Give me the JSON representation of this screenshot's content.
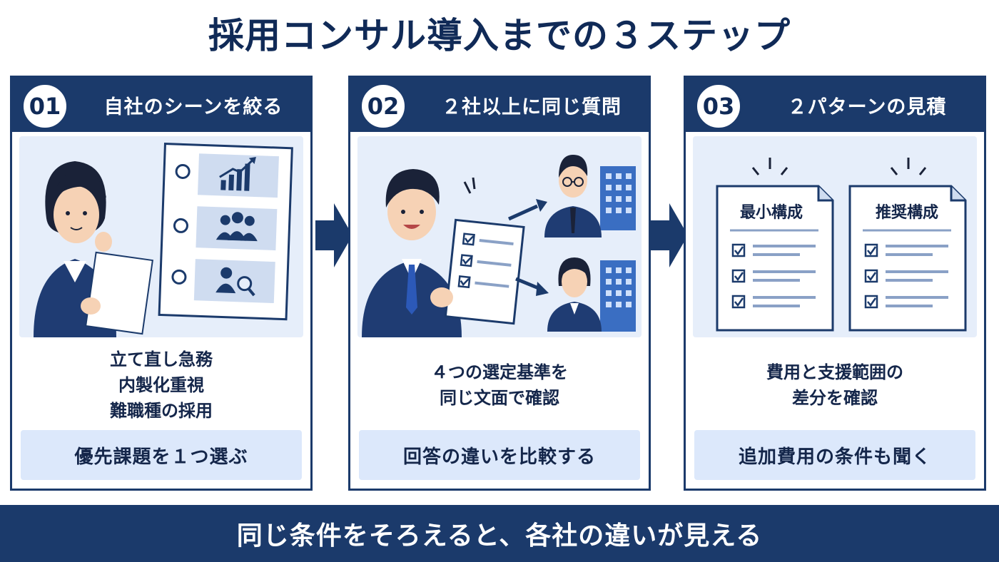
{
  "title": "採用コンサル導入までの３ステップ",
  "steps": [
    {
      "number": "01",
      "title": "自社のシーンを絞る",
      "desc": [
        "立て直し急務",
        "内製化重視",
        "難職種の採用"
      ],
      "action": "優先課題を１つ選ぶ"
    },
    {
      "number": "02",
      "title": "２社以上に同じ質問",
      "desc": [
        "４つの選定基準を",
        "同じ文面で確認"
      ],
      "action": "回答の違いを比較する"
    },
    {
      "number": "03",
      "title": "２パターンの見積",
      "desc": [
        "費用と支援範囲の",
        "差分を確認"
      ],
      "action": "追加費用の条件も聞く",
      "docs": [
        "最小構成",
        "推奨構成"
      ]
    }
  ],
  "footer": "同じ条件をそろえると、各社の違いが見える",
  "colors": {
    "navy": "#1b3a6b",
    "panel": "#e6eefa",
    "action": "#dce8fb"
  }
}
